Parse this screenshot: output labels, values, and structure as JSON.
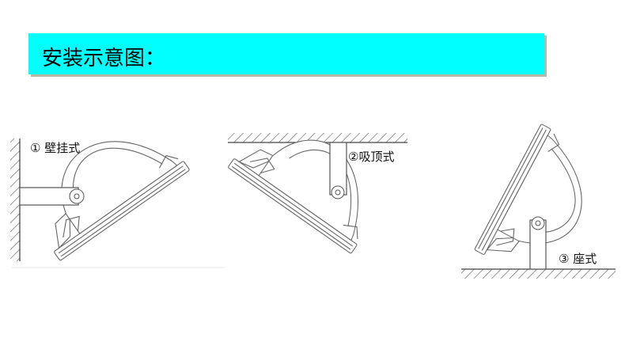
{
  "header": {
    "title": "安装示意图：",
    "background_color": "#00ffff"
  },
  "diagrams": [
    {
      "label": "① 壁挂式",
      "mount": "wall"
    },
    {
      "label": "②吸顶式",
      "mount": "ceiling"
    },
    {
      "label": "③ 座式",
      "mount": "floor"
    }
  ]
}
